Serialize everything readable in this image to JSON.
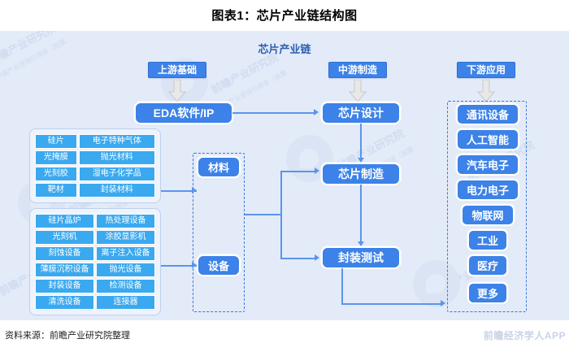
{
  "figure": {
    "title": "图表1：芯片产业链结构图",
    "chain_title": "芯片产业链",
    "source": "资料来源：前瞻产业研究院整理",
    "footer_watermark": "前瞻经济学人APP",
    "watermark_text": "前瞻产业研究院",
    "watermark_sub": "中国产业咨询引领者（股票",
    "colors": {
      "canvas_bg": "#e3ebf8",
      "node_blue": "#3c82e8",
      "table_cell_blue": "#3aa9ef",
      "line_blue": "#5b95ea",
      "dash_border": "#3c78dc",
      "title_blue": "#2b5fb0"
    }
  },
  "stages": [
    {
      "id": "upstream",
      "label": "上游基础"
    },
    {
      "id": "midstream",
      "label": "中游制造"
    },
    {
      "id": "downstream",
      "label": "下游应用"
    }
  ],
  "nodes": [
    {
      "id": "eda",
      "label": "EDA软件/IP"
    },
    {
      "id": "chip-design",
      "label": "芯片设计"
    },
    {
      "id": "chip-manufacture",
      "label": "芯片制造"
    },
    {
      "id": "packaging-test",
      "label": "封装测试"
    },
    {
      "id": "materials",
      "label": "材料"
    },
    {
      "id": "equipment",
      "label": "设备"
    }
  ],
  "materials_table": {
    "rows": [
      [
        "硅片",
        "电子特种气体"
      ],
      [
        "光掩膜",
        "抛光材料"
      ],
      [
        "光刻胶",
        "湿电子化学品"
      ],
      [
        "靶材",
        "封装材料"
      ]
    ]
  },
  "equipment_table": {
    "rows": [
      [
        "硅片晶炉",
        "热处理设备"
      ],
      [
        "光刻机",
        "涂胶显影机"
      ],
      [
        "刻蚀设备",
        "离子注入设备"
      ],
      [
        "薄膜沉积设备",
        "抛光设备"
      ],
      [
        "封装设备",
        "检测设备"
      ],
      [
        "清洗设备",
        "连接器"
      ]
    ]
  },
  "applications": [
    "通讯设备",
    "人工智能",
    "汽车电子",
    "电力电子",
    "物联网",
    "工业",
    "医疗",
    "更多"
  ],
  "chart_data": {
    "type": "diagram",
    "title": "芯片产业链结构图",
    "layers": [
      {
        "name": "上游基础",
        "members": [
          "EDA软件/IP",
          "材料",
          "设备"
        ]
      },
      {
        "name": "中游制造",
        "members": [
          "芯片设计",
          "芯片制造",
          "封装测试"
        ]
      },
      {
        "name": "下游应用",
        "members": [
          "通讯设备",
          "人工智能",
          "汽车电子",
          "电力电子",
          "物联网",
          "工业",
          "医疗",
          "更多"
        ]
      }
    ],
    "edges": [
      {
        "from": "EDA软件/IP",
        "to": "芯片设计"
      },
      {
        "from": "芯片设计",
        "to": "芯片制造"
      },
      {
        "from": "芯片制造",
        "to": "封装测试"
      },
      {
        "from": "材料",
        "to": "芯片制造"
      },
      {
        "from": "设备",
        "to": "封装测试"
      },
      {
        "from": "封装测试",
        "to": "下游应用"
      }
    ]
  }
}
